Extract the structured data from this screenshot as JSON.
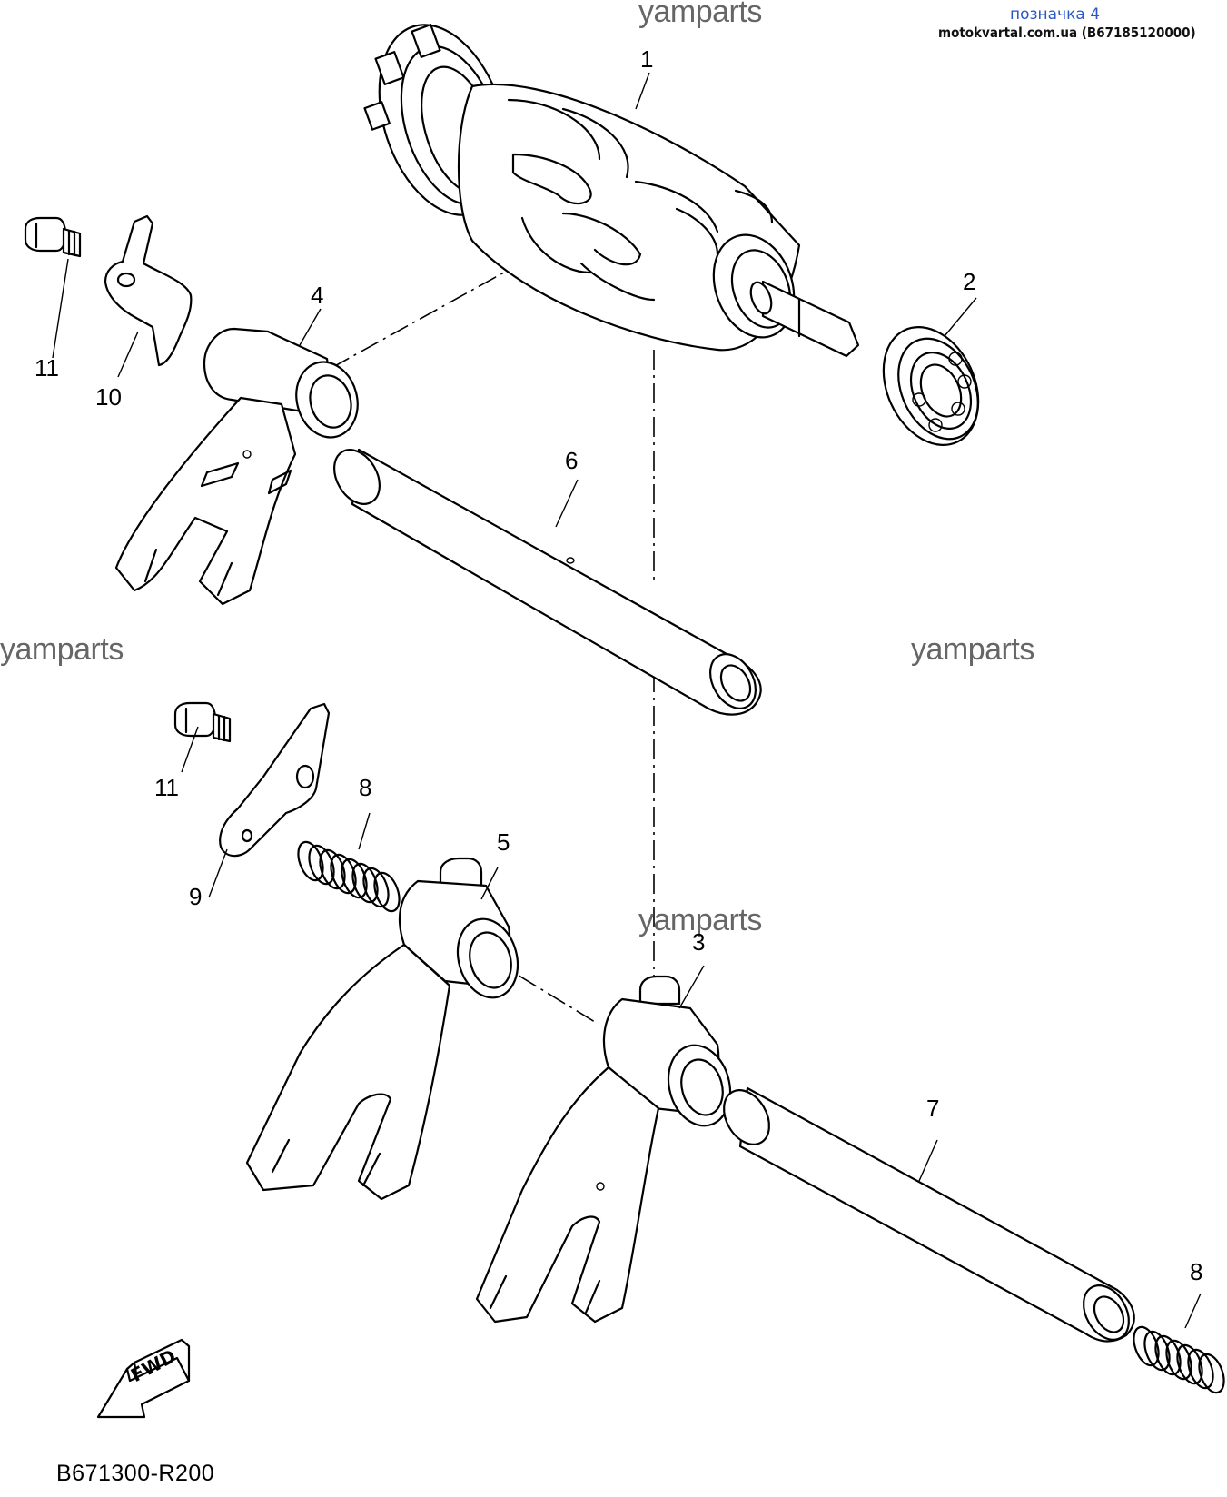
{
  "header": {
    "label_link": "позначка 4",
    "site_code": "motokvartal.com.ua (B67185120000)"
  },
  "watermarks": [
    "yamparts",
    "yamparts",
    "yamparts",
    "yamparts"
  ],
  "callouts": {
    "c1": "1",
    "c2": "2",
    "c3": "3",
    "c4a": "4",
    "c5": "5",
    "c6": "6",
    "c7": "7",
    "c8a": "8",
    "c8b": "8",
    "c9": "9",
    "c10": "10",
    "c11a": "11",
    "c11b": "11"
  },
  "fwd_label": "FWD",
  "diagram_code": "B671300-R200"
}
